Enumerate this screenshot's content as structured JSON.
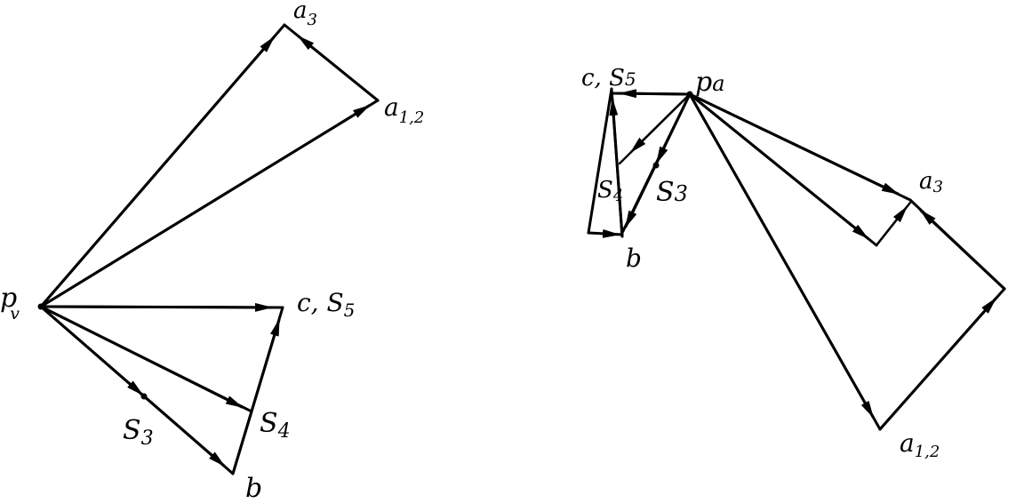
{
  "velocity_polygon": {
    "labels": {
      "pole": "p",
      "pole_sub": "v",
      "a12": "a",
      "a12_sub": "1,2",
      "a3": "a",
      "a3_sub": "3",
      "c": "c, S",
      "c_sub": "5",
      "s3": "S",
      "s3_sub": "3",
      "s4": "S",
      "s4_sub": "4",
      "b": "b"
    }
  },
  "acceleration_polygon": {
    "labels": {
      "pole": "p",
      "pole_sub": "a",
      "c": "c, S",
      "c_sub": "5",
      "s4": "S",
      "s4_sub": "4",
      "s3": "S",
      "s3_sub": "3",
      "b": "b",
      "a3": "a",
      "a3_sub": "3",
      "a12": "a",
      "a12_sub": "1,2"
    }
  }
}
